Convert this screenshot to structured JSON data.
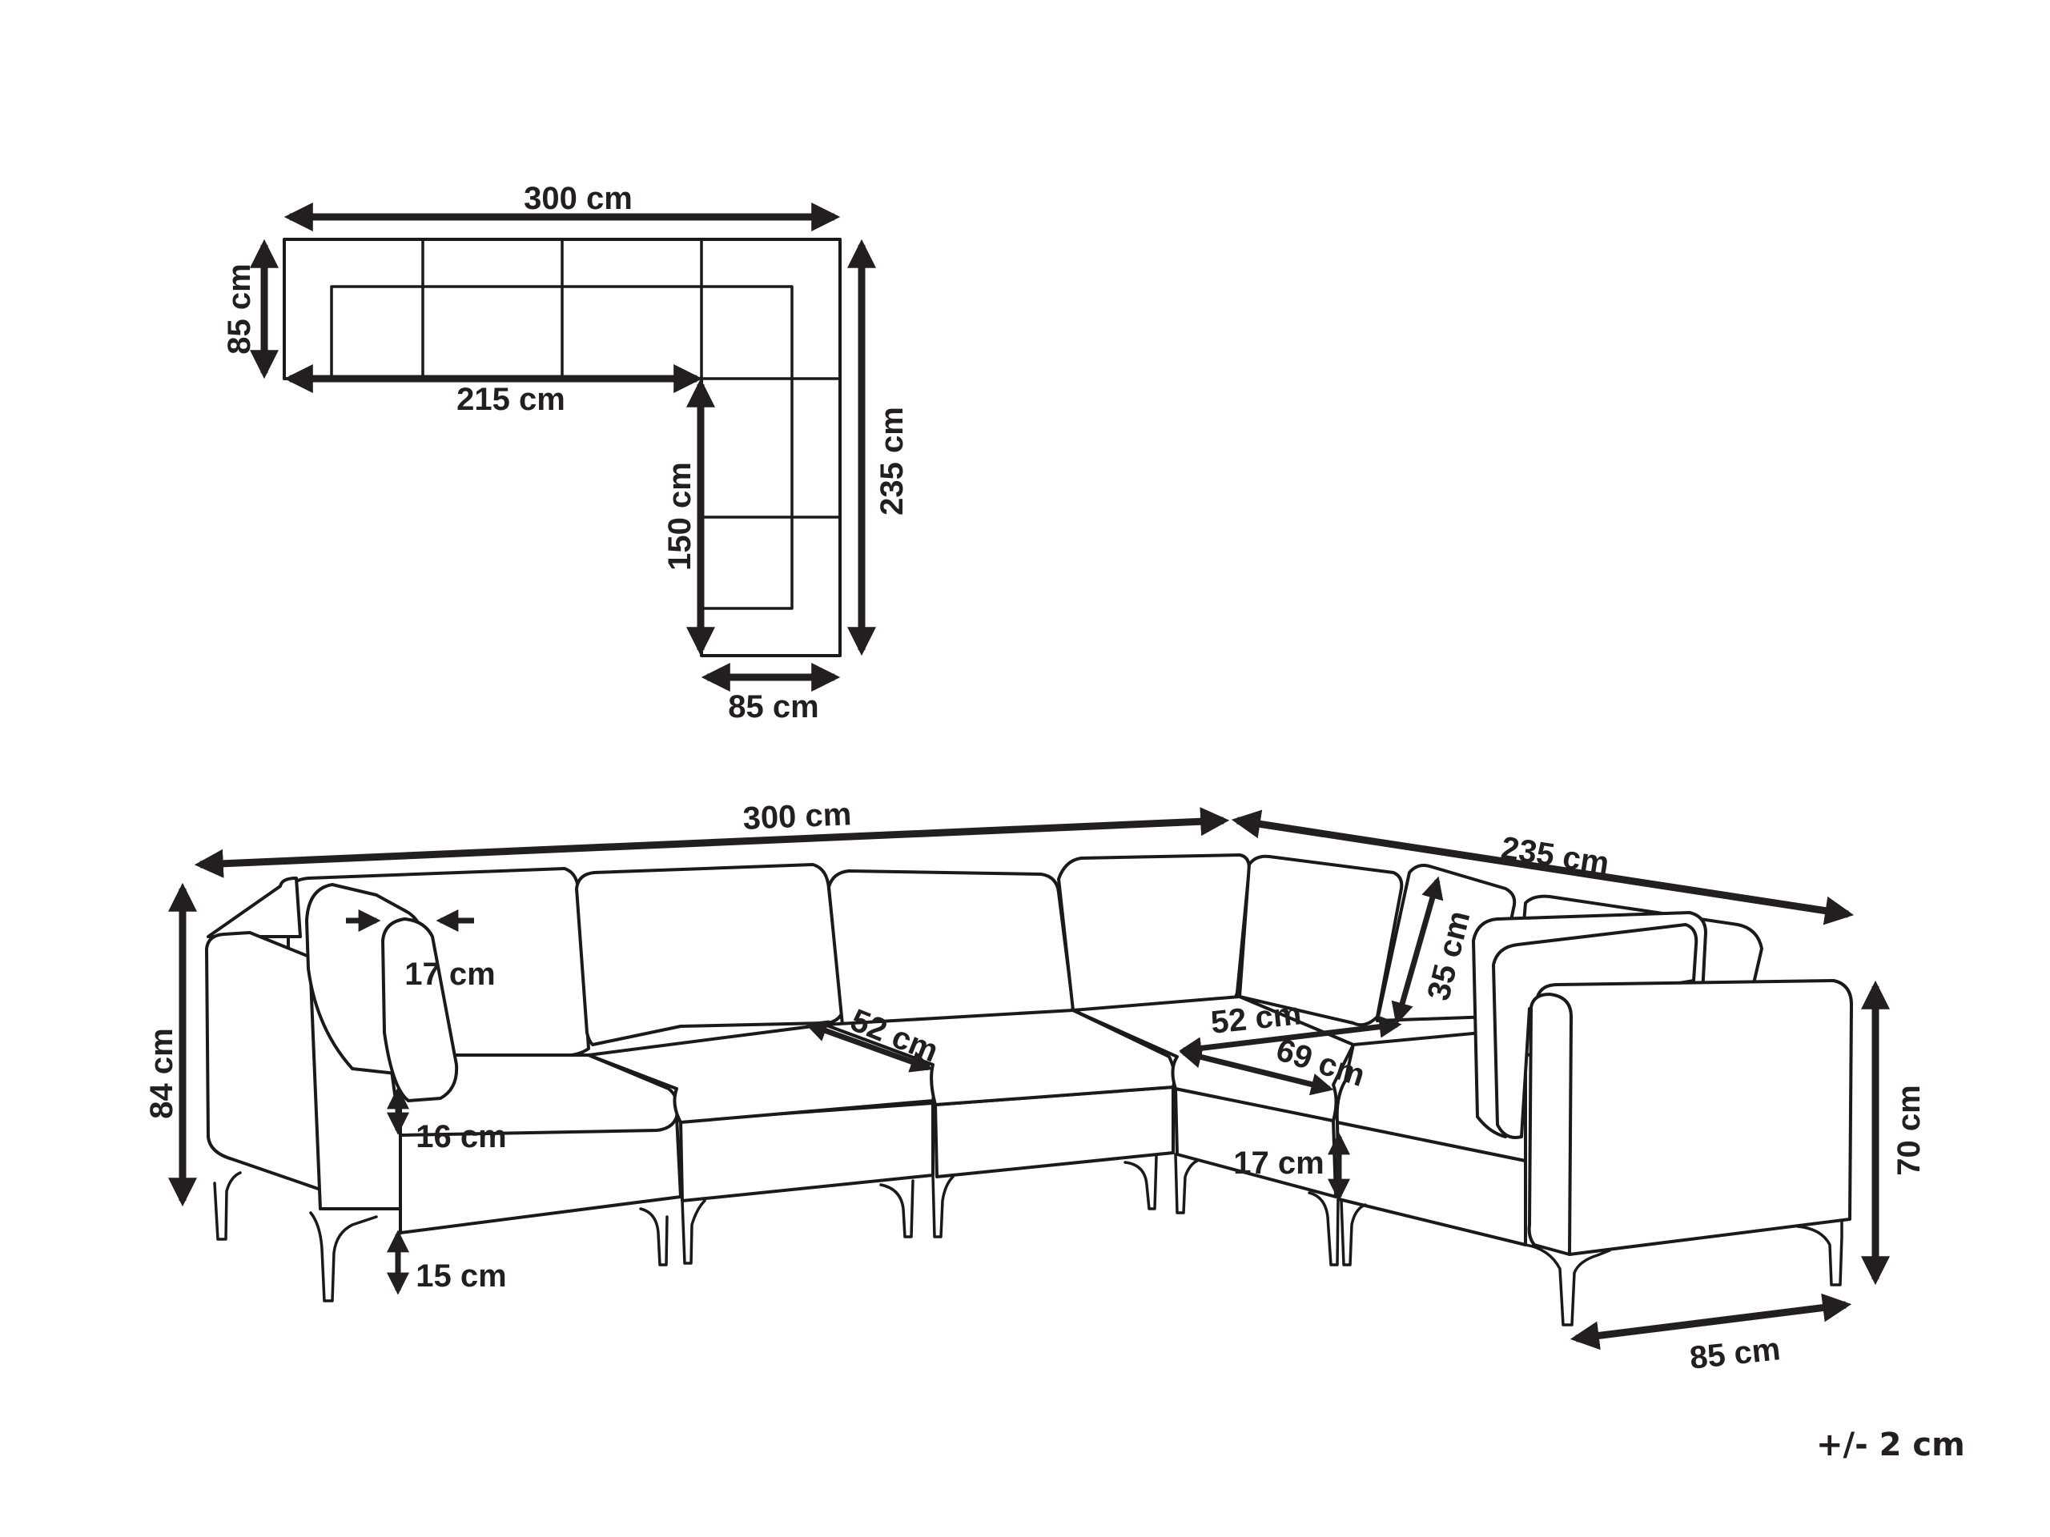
{
  "diagram": {
    "type": "product-dimension-drawing",
    "subject": "modular corner sofa (L-shaped)",
    "colors": {
      "line": "#1a1a1a",
      "dimension": "#231f20",
      "background": "#ffffff"
    }
  },
  "top_view": {
    "total_width": "300 cm",
    "depth": "85 cm",
    "inner_length": "215 cm",
    "total_length": "235 cm",
    "return_length": "150 cm",
    "return_depth": "85 cm"
  },
  "perspective_view": {
    "total_width": "300 cm",
    "total_length": "235 cm",
    "total_height": "84 cm",
    "pillow_thickness": "17 cm",
    "seat_cushion_height": "16 cm",
    "leg_height": "15 cm",
    "seat_depth_left": "52 cm",
    "seat_depth_right": "52 cm",
    "corner_seat_depth": "69 cm",
    "backrest_cushion_height": "35 cm",
    "seat_base_height": "17 cm",
    "armrest_height": "70 cm",
    "armrest_depth": "85 cm"
  },
  "tolerance": "+/- 2 cm"
}
